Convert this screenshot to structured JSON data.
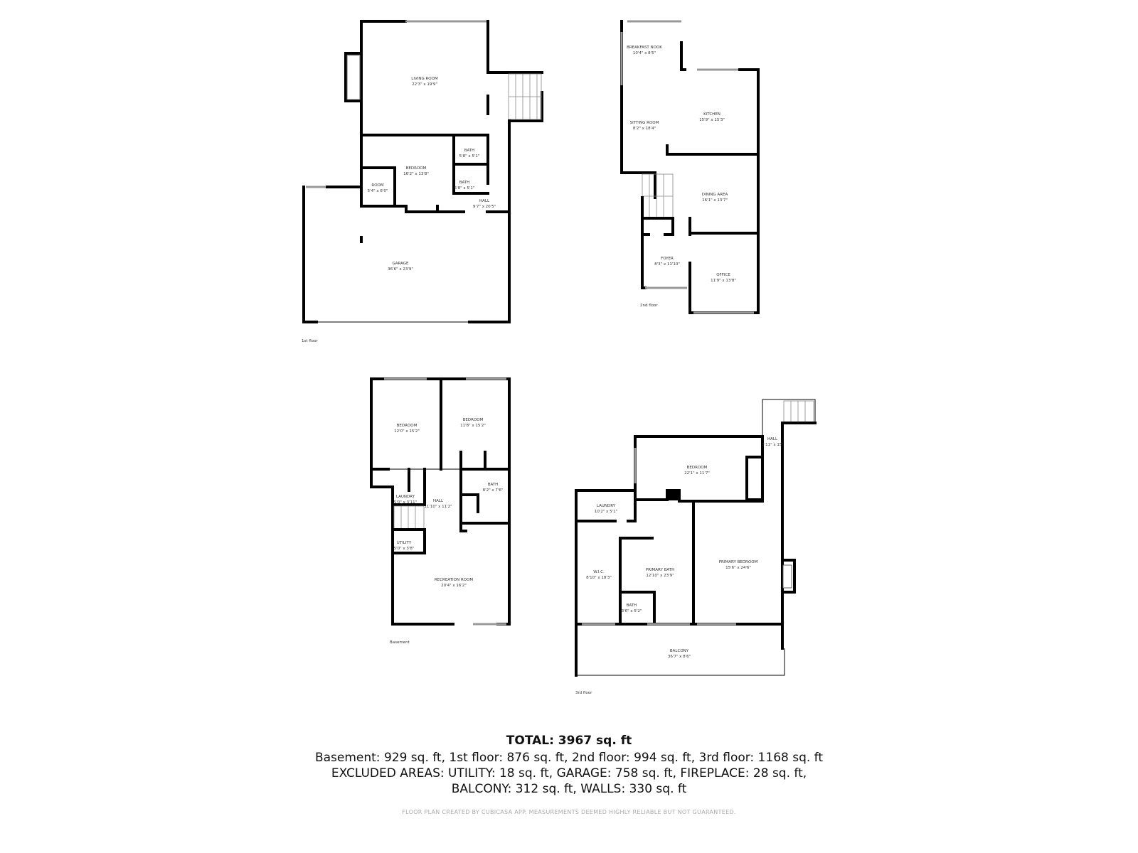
{
  "floors": {
    "first": {
      "label": "1st floor",
      "rooms": [
        {
          "name": "LIVING ROOM",
          "size": "22'3\" x 19'9\""
        },
        {
          "name": "BATH",
          "size": "5'8\" x 5'1\""
        },
        {
          "name": "BEDROOM",
          "size": "16'2\" x 13'8\""
        },
        {
          "name": "BATH",
          "size": "5'8\" x 5'1\""
        },
        {
          "name": "ROOM",
          "size": "5'4\" x 6'0\""
        },
        {
          "name": "HALL",
          "size": "9'7\" x 20'5\""
        },
        {
          "name": "GARAGE",
          "size": "36'6\" x 23'9\""
        }
      ]
    },
    "second": {
      "label": "2nd floor",
      "rooms": [
        {
          "name": "BREAKFAST NOOK",
          "size": "10'4\" x 8'5\""
        },
        {
          "name": "KITCHEN",
          "size": "15'9\" x 15'3\""
        },
        {
          "name": "SITTING ROOM",
          "size": "8'2\" x 18'4\""
        },
        {
          "name": "DINING AREA",
          "size": "16'1\" x 13'7\""
        },
        {
          "name": "FOYER",
          "size": "8'3\" x 11'10\""
        },
        {
          "name": "OFFICE",
          "size": "11'9\" x 13'8\""
        }
      ]
    },
    "basement": {
      "label": "Basement",
      "rooms": [
        {
          "name": "BEDROOM",
          "size": "12'0\" x 15'2\""
        },
        {
          "name": "BEDROOM",
          "size": "11'8\" x 15'2\""
        },
        {
          "name": "BATH",
          "size": "8'2\" x 7'6\""
        },
        {
          "name": "LAUNDRY",
          "size": "5'0\" x 3'11\""
        },
        {
          "name": "HALL",
          "size": "11'10\" x 11'2\""
        },
        {
          "name": "UTILITY",
          "size": "5'0\" x 3'8\""
        },
        {
          "name": "RECREATION ROOM",
          "size": "20'4\" x 16'2\""
        }
      ]
    },
    "third": {
      "label": "3rd floor",
      "rooms": [
        {
          "name": "HALL",
          "size": "3'11\" x 15'"
        },
        {
          "name": "BEDROOM",
          "size": "22'1\" x 11'7\""
        },
        {
          "name": "LAUNDRY",
          "size": "10'2\" x 5'1\""
        },
        {
          "name": "W.I.C.",
          "size": "8'10\" x 18'3\""
        },
        {
          "name": "PRIMARY BATH",
          "size": "12'10\" x 23'9\""
        },
        {
          "name": "PRIMARY BEDROOM",
          "size": "15'6\" x 24'6\""
        },
        {
          "name": "BATH",
          "size": "3'6\" x 5'2\""
        },
        {
          "name": "BALCONY",
          "size": "36'7\" x 8'6\""
        }
      ]
    }
  },
  "summary": {
    "total": "TOTAL: 3967 sq. ft",
    "line1": "Basement: 929 sq. ft, 1st floor: 876 sq. ft, 2nd floor: 994 sq. ft, 3rd floor: 1168 sq. ft",
    "line2": "EXCLUDED AREAS: UTILITY: 18 sq. ft, GARAGE: 758 sq. ft, FIREPLACE: 28 sq. ft,",
    "line3": "BALCONY: 312 sq. ft, WALLS: 330 sq. ft",
    "footer": "FLOOR PLAN CREATED BY CUBICASA APP. MEASUREMENTS DEEMED HIGHLY RELIABLE BUT NOT GUARANTEED."
  }
}
